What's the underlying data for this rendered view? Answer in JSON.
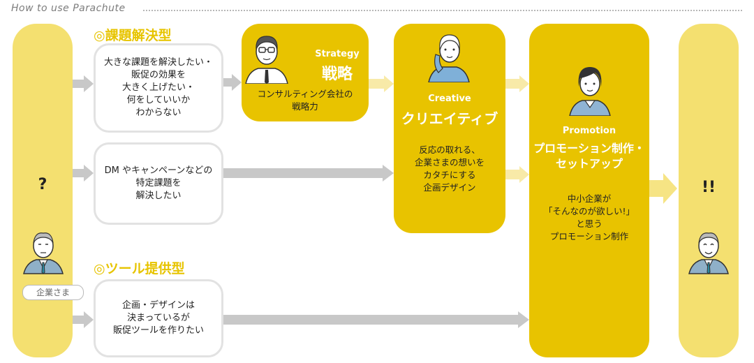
{
  "header": {
    "title": "How to use Parachute"
  },
  "left": {
    "mark": "?",
    "badge": "企業さま"
  },
  "right": {
    "mark": "!!"
  },
  "sections": {
    "problem": "◎課題解決型",
    "tool": "◎ツール提供型"
  },
  "needs": [
    {
      "text": "大きな課題を解決したい・\n販促の効果を\n大きく上げたい・\n何をしていいか\nわからない"
    },
    {
      "text": "DM やキャンペーンなどの\n特定課題を\n解決したい"
    },
    {
      "text": "企画・デザインは\n決まっているが\n販促ツールを作りたい"
    }
  ],
  "strategy": {
    "en": "Strategy",
    "jp": "戦略",
    "desc": "コンサルティング会社の\n戦略力"
  },
  "creative": {
    "en": "Creative",
    "jp": "クリエイティブ",
    "desc": "反応の取れる、\n企業さまの想いを\nカタチにする\n企画デザイン"
  },
  "promotion": {
    "en": "Promotion",
    "jp": "プロモーション制作・\nセットアップ",
    "desc": "中小企業が\n「そんなのが欲しい!」\nと思う\nプロモーション制作"
  },
  "colors": {
    "accent": "#e8c300",
    "light": "#f4e070",
    "arrow": "#c8c8c8"
  },
  "icons": [
    "businessman-icon",
    "consultant-icon",
    "designer-icon",
    "promoter-icon"
  ]
}
